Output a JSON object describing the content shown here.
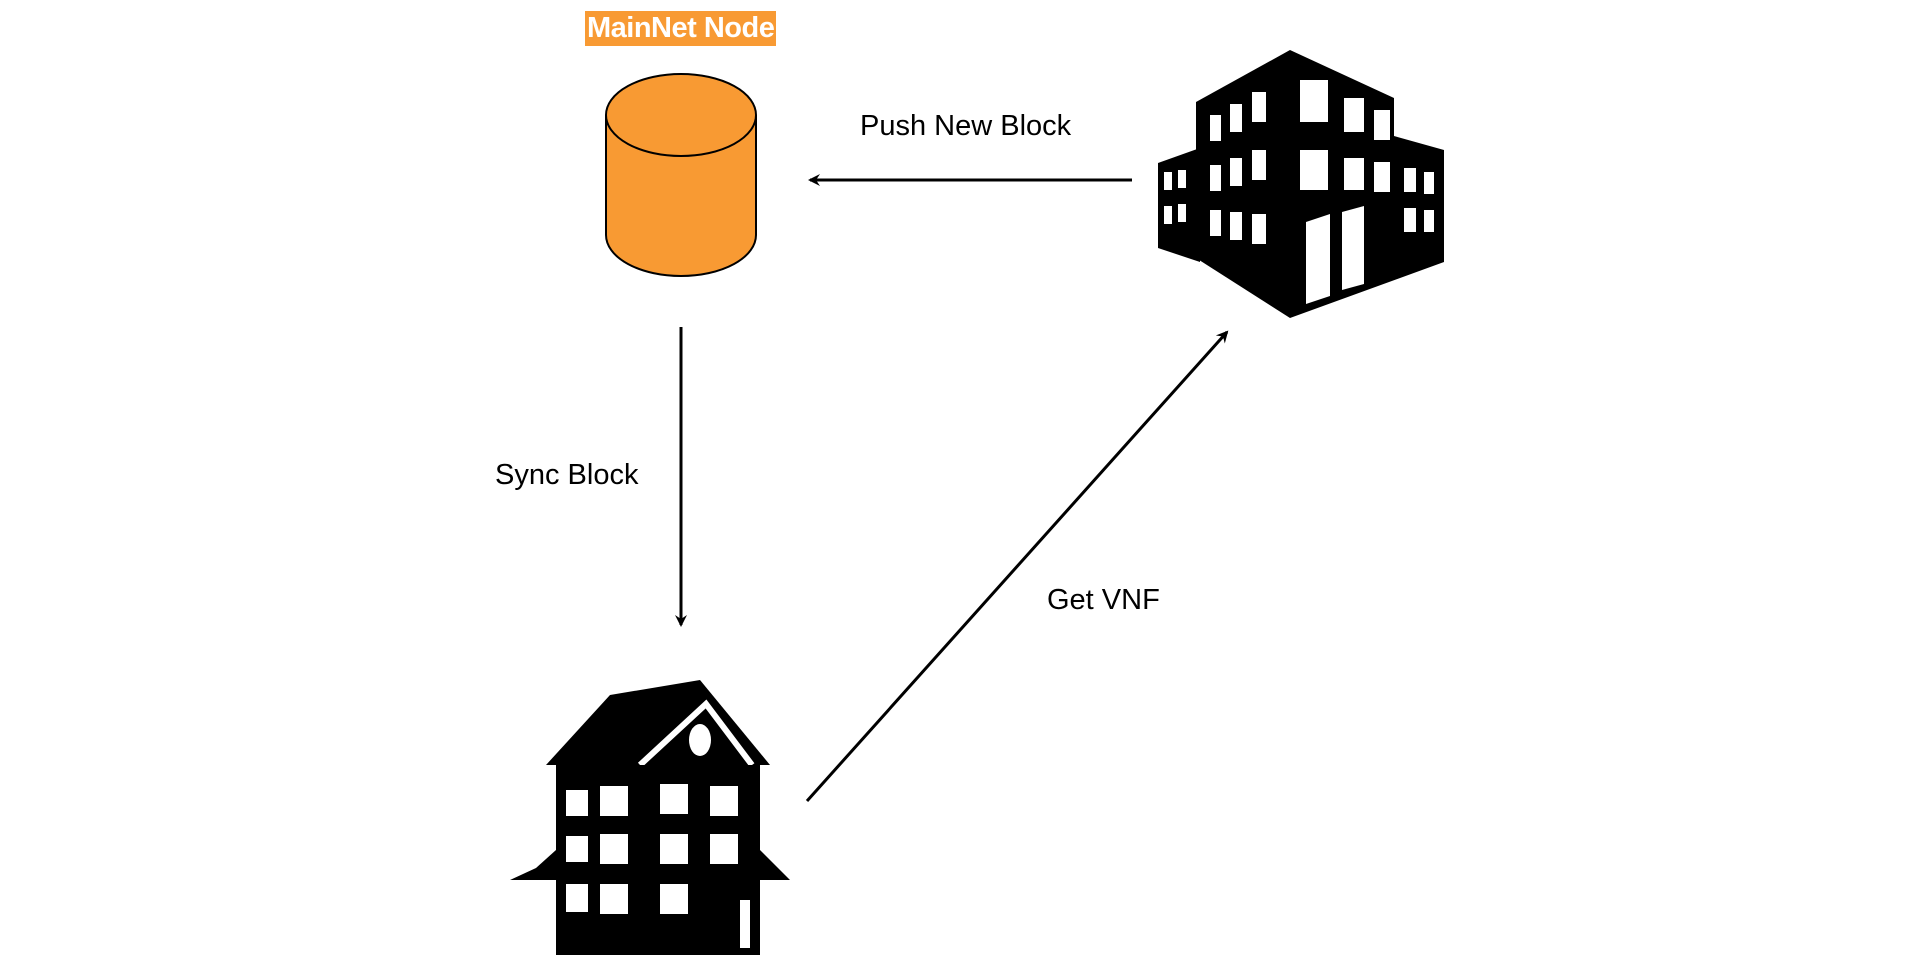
{
  "diagram": {
    "node_title": "MainNet Node",
    "edges": {
      "push_new_block": "Push New Block",
      "sync_block": "Sync Block",
      "get_vnf": "Get VNF"
    }
  },
  "colors": {
    "node_fill": "#f89a33",
    "stroke": "#000000",
    "background": "#ffffff"
  },
  "icons": {
    "node": "database-cylinder-icon",
    "source": "office-building-icon",
    "destination": "house-building-icon"
  }
}
